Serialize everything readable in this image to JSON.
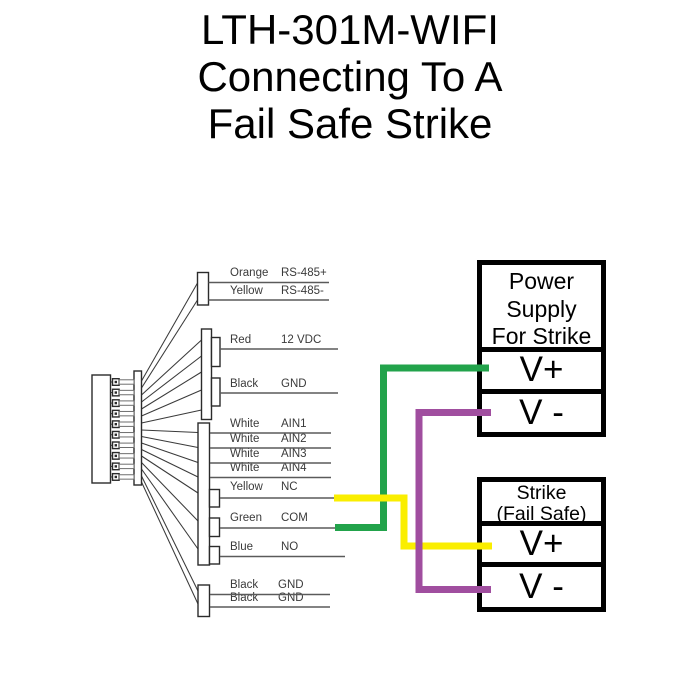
{
  "title": {
    "lines": [
      "LTH-301M-WIFI",
      "Connecting To A",
      "Fail Safe Strike"
    ]
  },
  "connector": {
    "pin_count": 10
  },
  "wires": [
    {
      "color": "Orange",
      "signal": "RS-485+"
    },
    {
      "color": "Yellow",
      "signal": "RS-485-"
    },
    {
      "color": "Red",
      "signal": "12 VDC"
    },
    {
      "color": "Black",
      "signal": "GND"
    },
    {
      "color": "White",
      "signal": "AIN1"
    },
    {
      "color": "White",
      "signal": "AIN2"
    },
    {
      "color": "White",
      "signal": "AIN3"
    },
    {
      "color": "White",
      "signal": "AIN4"
    },
    {
      "color": "Yellow",
      "signal": "NC"
    },
    {
      "color": "Green",
      "signal": "COM"
    },
    {
      "color": "Blue",
      "signal": "NO"
    },
    {
      "color": "Black",
      "signal": "GND"
    },
    {
      "color": "Black",
      "signal": "GND"
    }
  ],
  "boxes": {
    "power_supply": {
      "title_lines": [
        "Power",
        "Supply",
        "For Strike"
      ],
      "terminals": [
        "V+",
        "V -"
      ]
    },
    "strike": {
      "title_lines": [
        "Strike",
        "(Fail Safe)"
      ],
      "terminals": [
        "V+",
        "V -"
      ]
    }
  },
  "wire_colors": {
    "green": "#22A34B",
    "yellow": "#FAEE00",
    "purple": "#A04E9F"
  },
  "connections": [
    {
      "from": "COM (Green)",
      "to": "Power Supply V+",
      "wire": "green"
    },
    {
      "from": "NC (Yellow)",
      "to": "Strike V+",
      "wire": "yellow"
    },
    {
      "from": "Power Supply V -",
      "to": "Strike V -",
      "wire": "purple"
    }
  ]
}
